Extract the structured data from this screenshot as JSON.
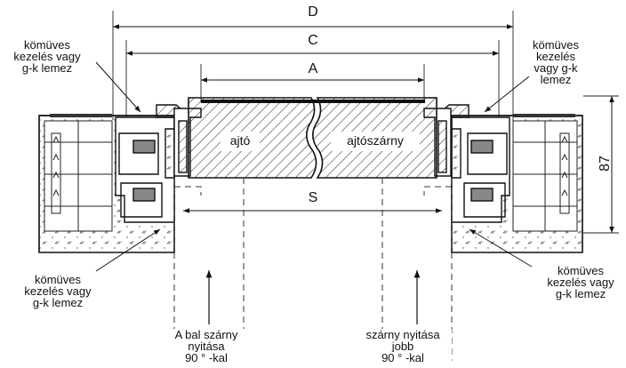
{
  "dimensions": {
    "d": "D",
    "c": "C",
    "a": "A",
    "s": "S",
    "height": "87"
  },
  "panels": {
    "left": "ajtó",
    "right": "ajtószárny"
  },
  "labels": {
    "top_left": [
      "kömüves",
      "kezelés vagy",
      "g-k lemez"
    ],
    "top_right": [
      "kömüves",
      "kezelés",
      "vagy g-k",
      "lemez"
    ],
    "bottom_left": [
      "kömüves",
      "kezelés vagy",
      "g-k lemez"
    ],
    "bottom_right": [
      "kömüves",
      "kezelés vagy",
      "g-k lemez"
    ]
  },
  "swing": {
    "left": [
      "A bal szárny",
      "nyitása",
      "90 ° -kal"
    ],
    "right": [
      "szárny nyitása",
      "jobb",
      "90 ° -kal"
    ]
  }
}
